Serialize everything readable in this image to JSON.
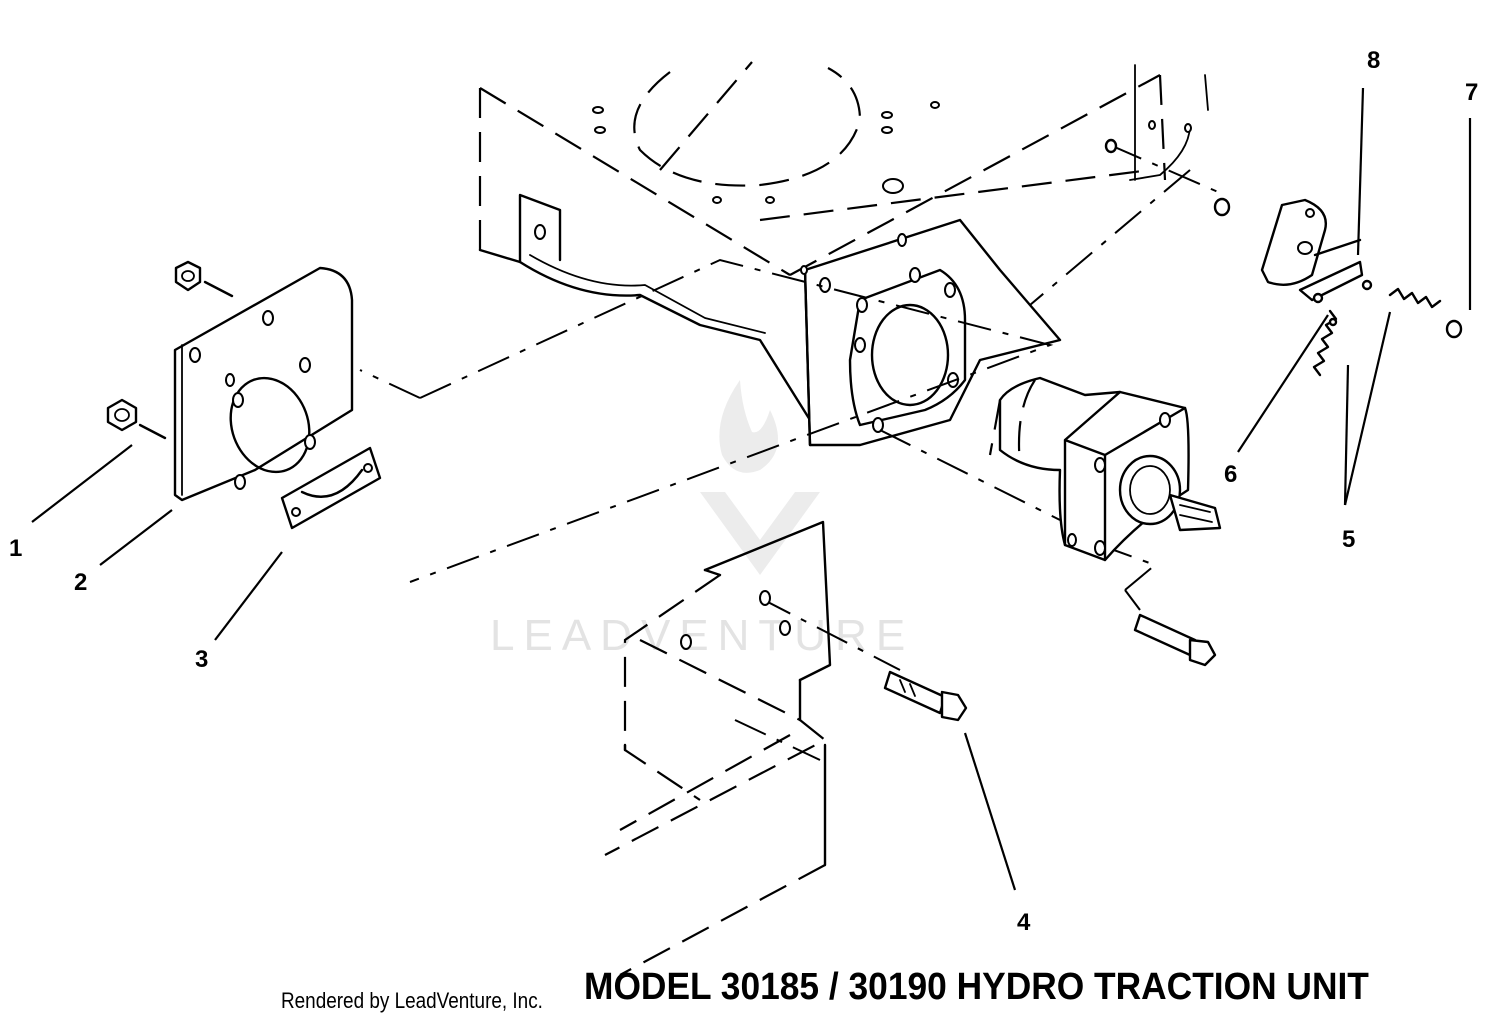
{
  "diagram": {
    "callouts": [
      {
        "id": "1",
        "label": "1"
      },
      {
        "id": "2",
        "label": "2"
      },
      {
        "id": "3",
        "label": "3"
      },
      {
        "id": "4",
        "label": "4"
      },
      {
        "id": "5",
        "label": "5"
      },
      {
        "id": "6",
        "label": "6"
      },
      {
        "id": "7",
        "label": "7"
      },
      {
        "id": "8",
        "label": "8"
      }
    ],
    "watermark": "LEADVENTURE"
  },
  "footer": {
    "credit": "Rendered by LeadVenture, Inc.",
    "title": "MODEL 30185 / 30190 HYDRO TRACTION UNIT"
  }
}
